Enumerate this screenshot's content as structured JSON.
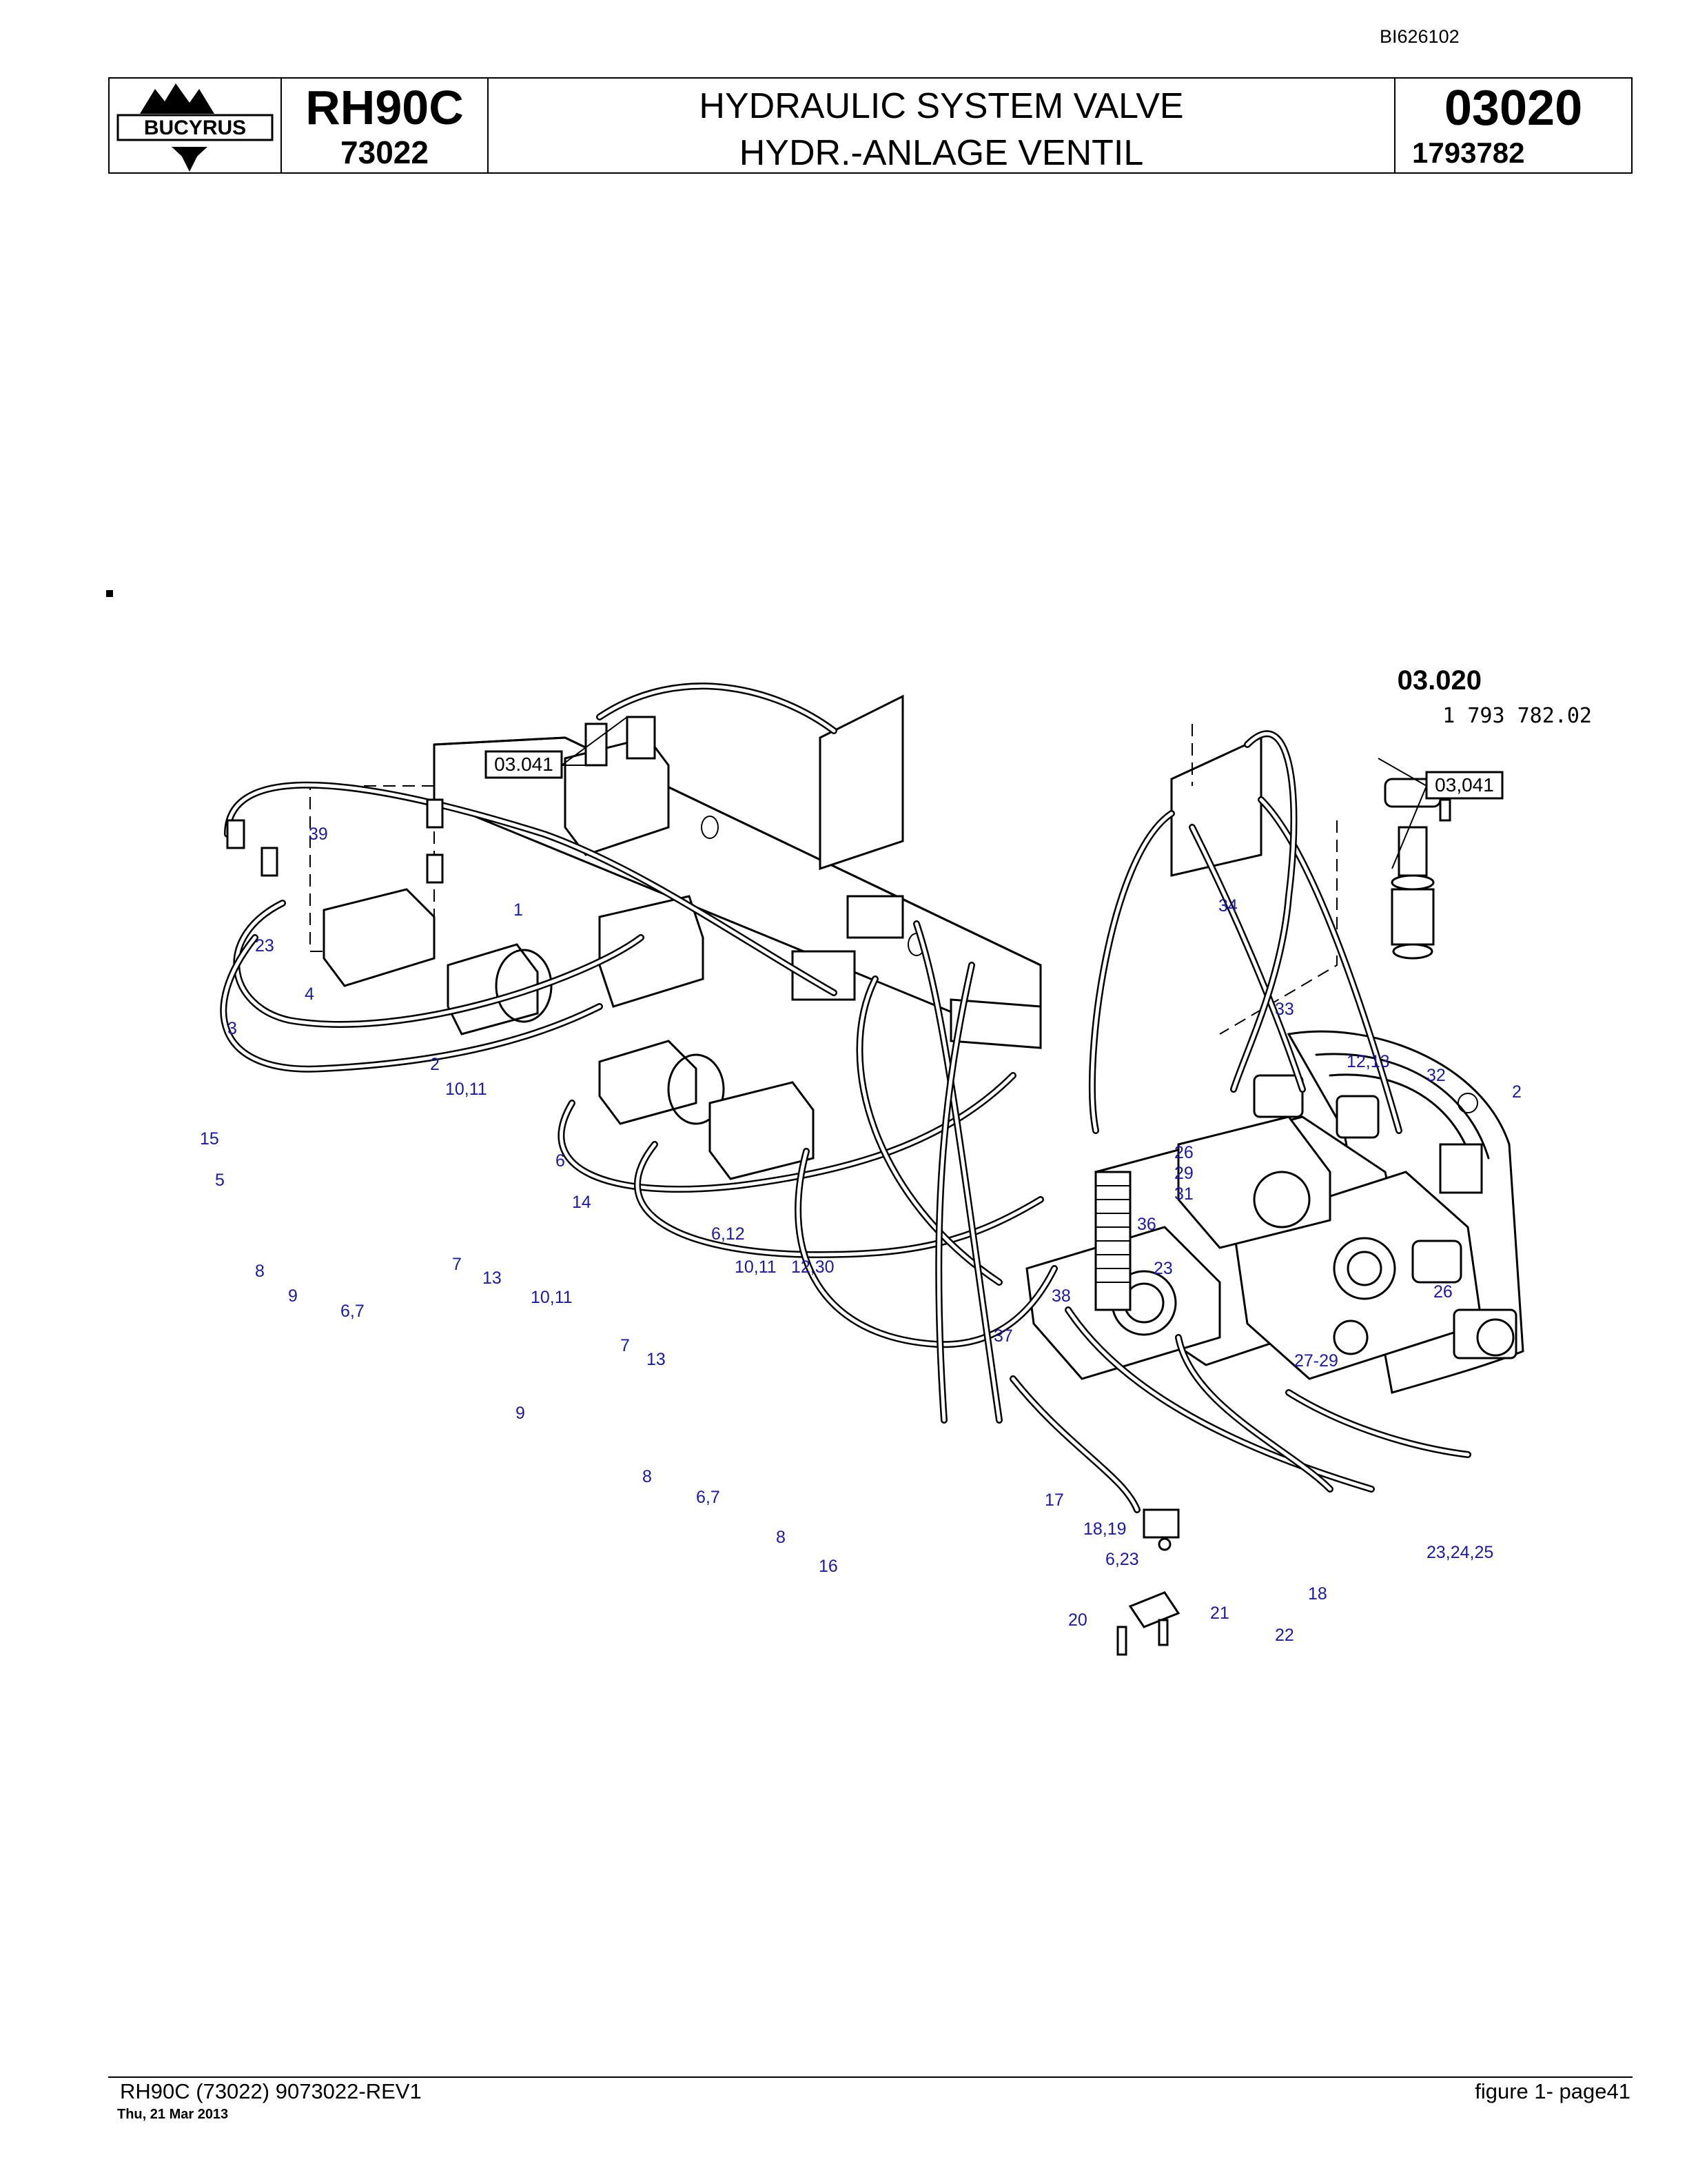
{
  "doc_id": "BI626102",
  "header": {
    "logo_text": "BUCYRUS",
    "model": "RH90C",
    "model_code": "73022",
    "title_en": "HYDRAULIC SYSTEM VALVE",
    "title_de": "HYDR.-ANLAGE VENTIL",
    "group_number": "03020",
    "part_number": "1793782"
  },
  "figure": {
    "drawing_number": "03.020",
    "drawing_part": "1 793 782.02",
    "reference_boxes": [
      "03.041",
      "03,041"
    ],
    "callouts": [
      "39",
      "23",
      "1",
      "4",
      "3",
      "2",
      "10,11",
      "15",
      "5",
      "6",
      "14",
      "8",
      "7",
      "13",
      "9",
      "6,7",
      "6,12",
      "10,11",
      "12,30",
      "10,11",
      "7",
      "13",
      "9",
      "8",
      "6,7",
      "8",
      "16",
      "37",
      "38",
      "36",
      "23",
      "26",
      "29",
      "31",
      "34",
      "33",
      "12,13",
      "32",
      "2",
      "26",
      "27-29",
      "17",
      "18,19",
      "6,23",
      "20",
      "21",
      "18",
      "22",
      "23,24,25"
    ]
  },
  "footer": {
    "left": "RH90C (73022) 9073022-REV1",
    "date": "Thu, 21 Mar 2013",
    "right": "figure  1- page41"
  }
}
